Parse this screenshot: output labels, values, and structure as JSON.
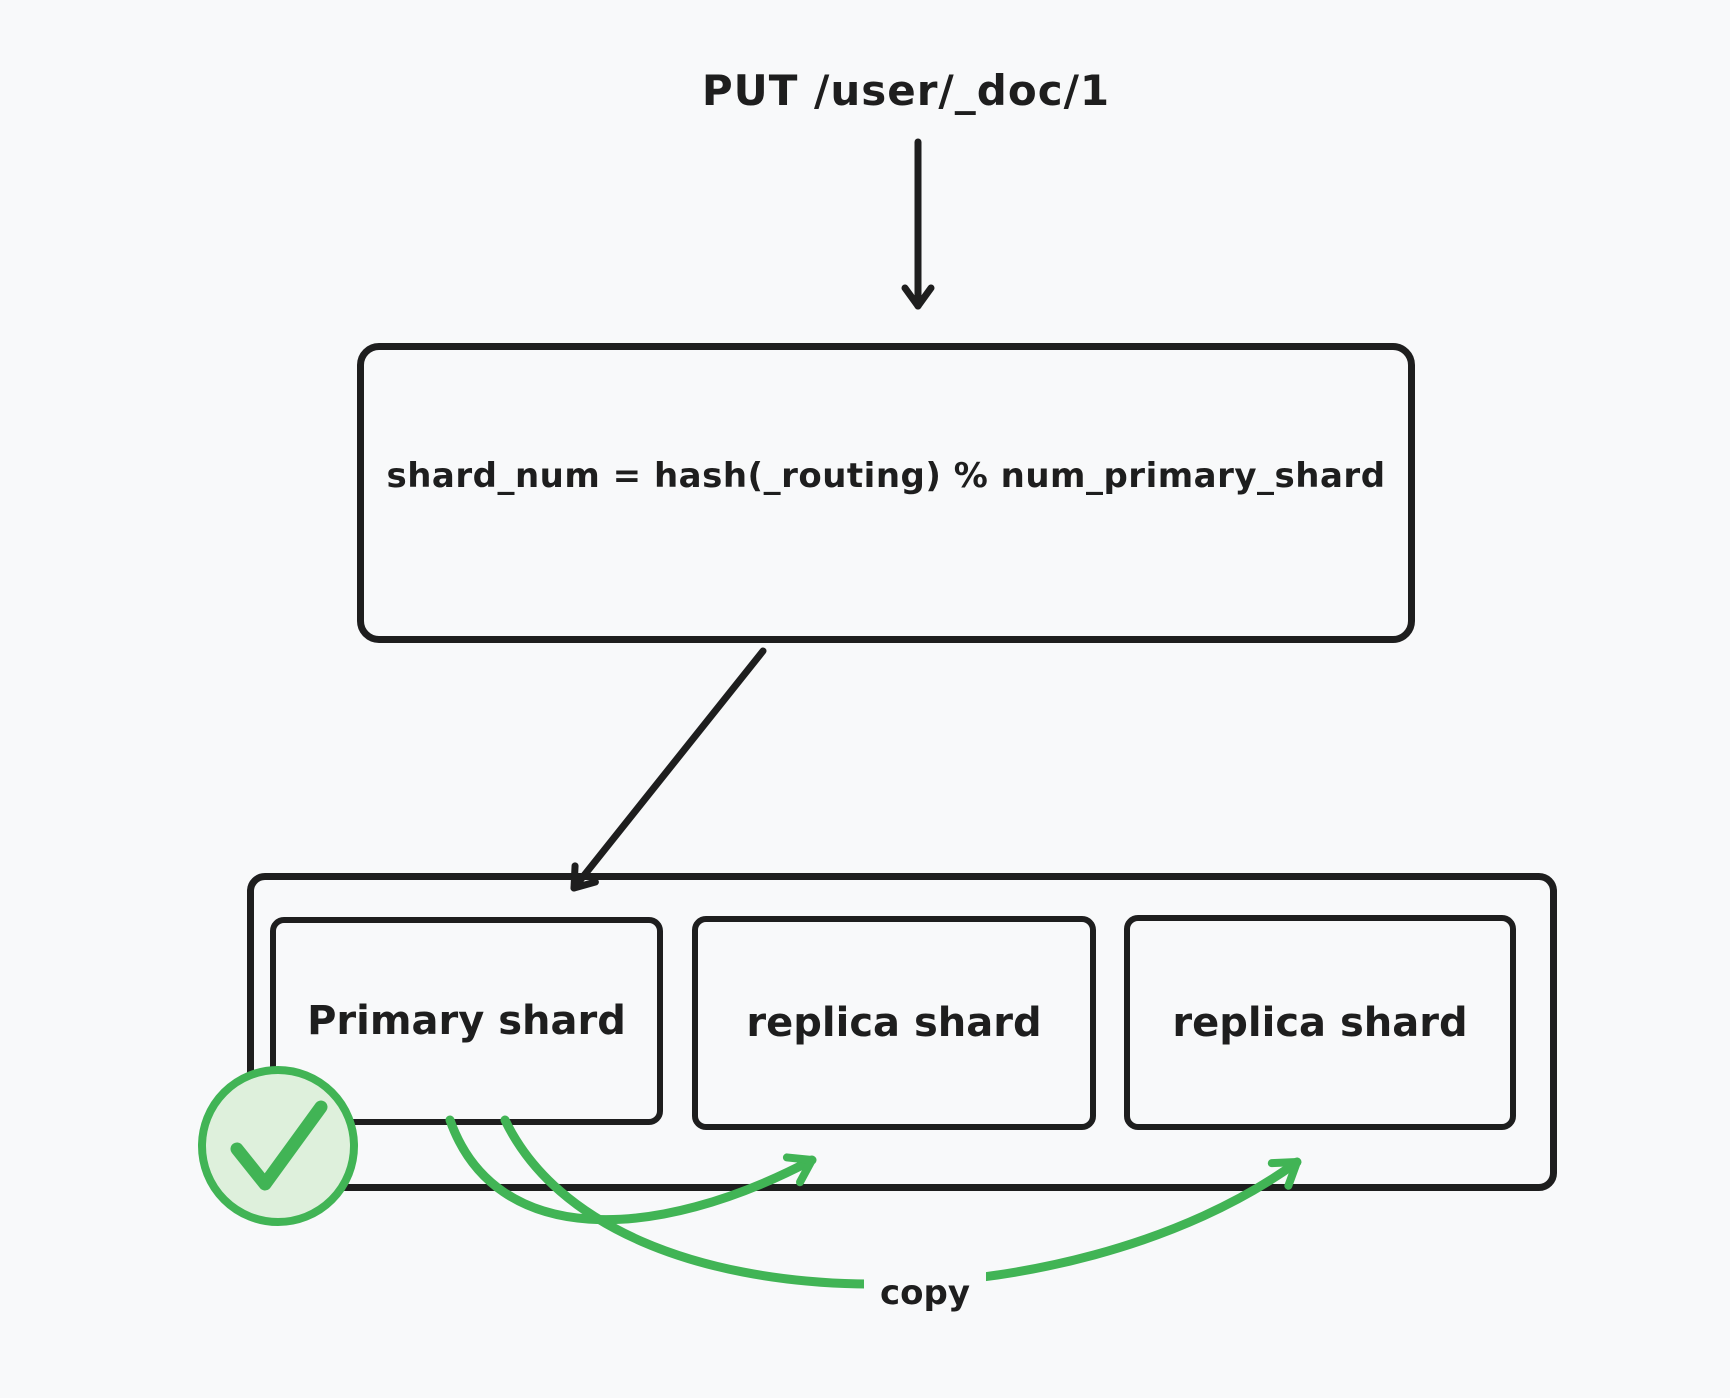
{
  "diagram": {
    "title": "PUT /user/_doc/1",
    "formula": "shard_num = hash(_routing) % num_primary_shard",
    "shards": [
      {
        "label": "Primary shard"
      },
      {
        "label": "replica shard"
      },
      {
        "label": "replica shard"
      }
    ],
    "copy_label": "copy",
    "icons": {
      "down_arrow": "arrow-down-icon",
      "routing_arrow": "arrow-down-left-icon",
      "success_badge": "check-circle-icon",
      "copy_arrows": "curved-arrow-icon"
    },
    "colors": {
      "ink": "#1e1e1e",
      "green": "#41b455",
      "greenfill": "#def0dc",
      "bg": "#f8f9fa"
    }
  }
}
